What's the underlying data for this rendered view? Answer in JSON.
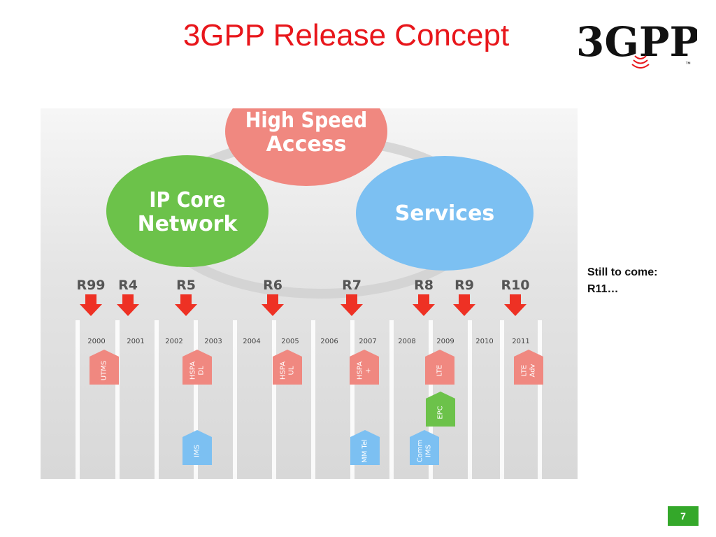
{
  "slide": {
    "title": "3GPP Release Concept",
    "page_number": "7",
    "logo_text": "3GPP",
    "logo_tm": "™"
  },
  "circles": [
    {
      "line1": "High Speed",
      "line2": "Access",
      "color": "#f08880"
    },
    {
      "line1": "IP Core",
      "line2": "Network",
      "color": "#6cc24a"
    },
    {
      "line1": "Services",
      "line2": "",
      "color": "#7cc0f2"
    }
  ],
  "releases": [
    "R99",
    "R4",
    "R5",
    "R6",
    "R7",
    "R8",
    "R9",
    "R10"
  ],
  "years": [
    "2000",
    "2001",
    "2002",
    "2003",
    "2004",
    "2005",
    "2006",
    "2007",
    "2008",
    "2009",
    "2010",
    "2011"
  ],
  "features": [
    {
      "line1": "UTMS",
      "line2": "",
      "color": "#f08880"
    },
    {
      "line1": "HSPA",
      "line2": "DL",
      "color": "#f08880"
    },
    {
      "line1": "HSPA",
      "line2": "UL",
      "color": "#f08880"
    },
    {
      "line1": "HSPA",
      "line2": "+",
      "color": "#f08880"
    },
    {
      "line1": "LTE",
      "line2": "",
      "color": "#f08880"
    },
    {
      "line1": "LTE",
      "line2": "Adv",
      "color": "#f08880"
    },
    {
      "line1": "EPC",
      "line2": "",
      "color": "#6cc24a"
    },
    {
      "line1": "IMS",
      "line2": "",
      "color": "#7cc0f2"
    },
    {
      "line1": "MM Tel",
      "line2": "",
      "color": "#7cc0f2"
    },
    {
      "line1": "Comm",
      "line2": "IMS",
      "color": "#7cc0f2"
    }
  ],
  "note": {
    "line1": "Still to come:",
    "line2": "R11…"
  },
  "colors": {
    "title": "#e8161b",
    "arrow": "#ee3124",
    "release_label": "#555555",
    "page_badge": "#34a82a"
  }
}
